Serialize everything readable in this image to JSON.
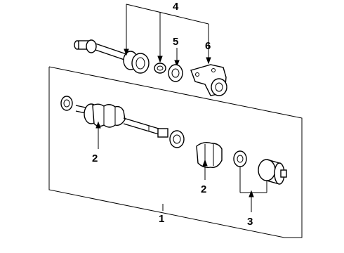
{
  "diagram": {
    "callouts": {
      "c1": "1",
      "c2a": "2",
      "c2b": "2",
      "c3": "3",
      "c4": "4",
      "c5": "5",
      "c6": "6"
    }
  }
}
